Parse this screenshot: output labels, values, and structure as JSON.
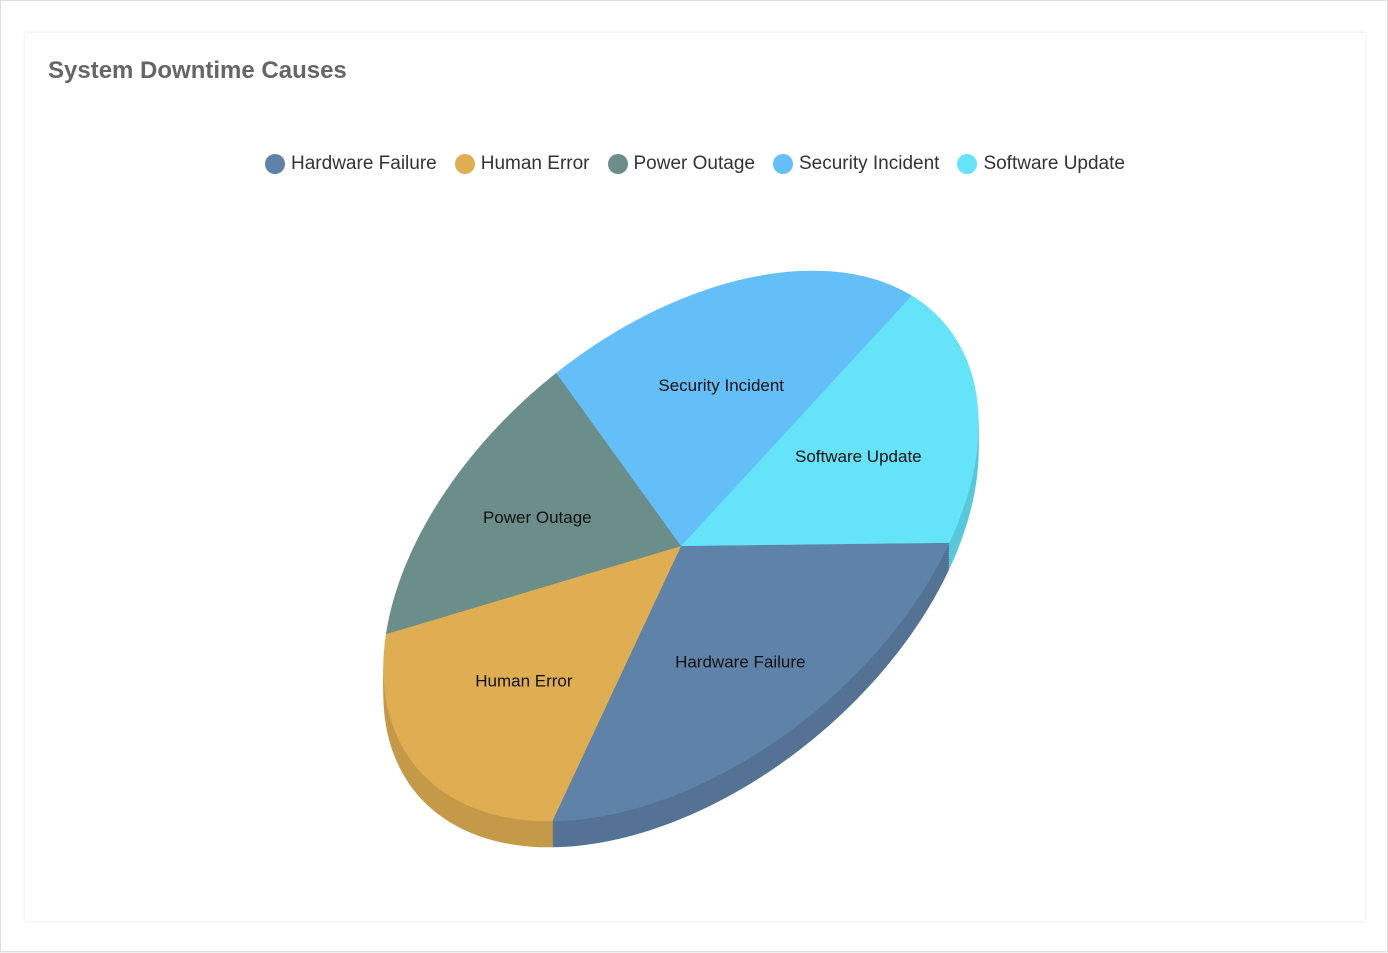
{
  "chart_data": {
    "type": "pie",
    "title": "System Downtime Causes",
    "style": "3d-tilted",
    "legend_position": "top",
    "slices": [
      {
        "name": "Hardware Failure",
        "value": 25,
        "color": "#5f82a8"
      },
      {
        "name": "Human Error",
        "value": 20,
        "color": "#dfae52"
      },
      {
        "name": "Power Outage",
        "value": 16,
        "color": "#6b8e8b"
      },
      {
        "name": "Security Incident",
        "value": 21,
        "color": "#64bff9"
      },
      {
        "name": "Software Update",
        "value": 18,
        "color": "#64e3f9"
      }
    ]
  }
}
